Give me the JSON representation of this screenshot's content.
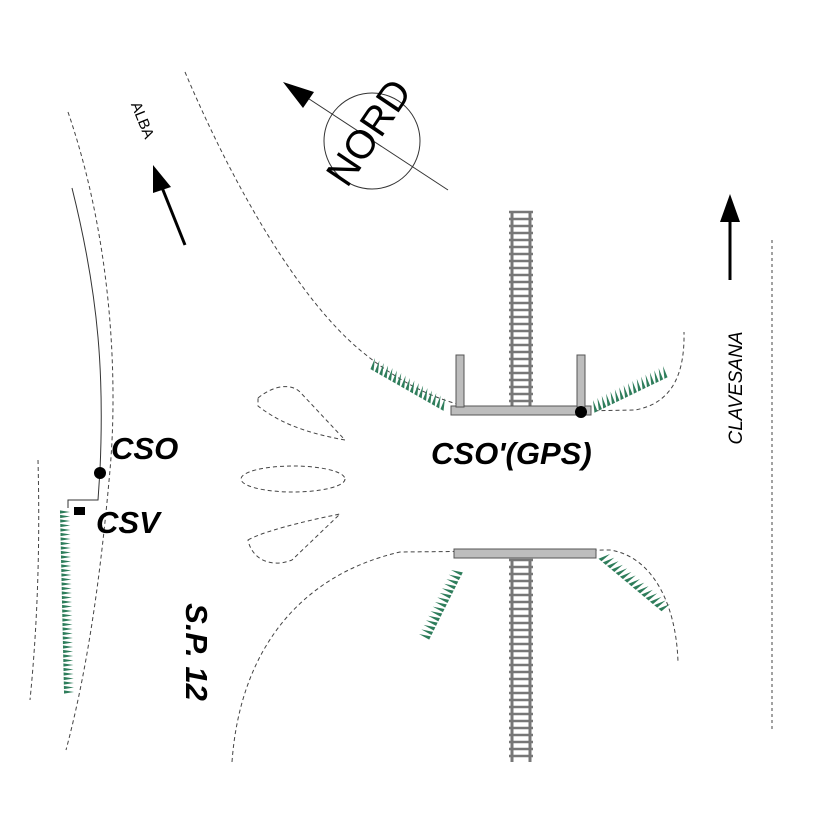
{
  "labels": {
    "alba": "ALBA",
    "nord": "NORD",
    "clavesana": "CLAVESANA",
    "cso": "CSO",
    "cso_gps": "CSO'(GPS)",
    "csv": "CSV",
    "sp12": "S.P. 12"
  },
  "colors": {
    "line": "#000000",
    "road_edge": "#444444",
    "embankment": "#2e7d5b",
    "structure": "#bdbdbd",
    "rail": "#777777"
  },
  "icons": {
    "north": "compass-circle-icon",
    "arrow": "direction-arrow-icon",
    "point": "survey-point-icon"
  }
}
